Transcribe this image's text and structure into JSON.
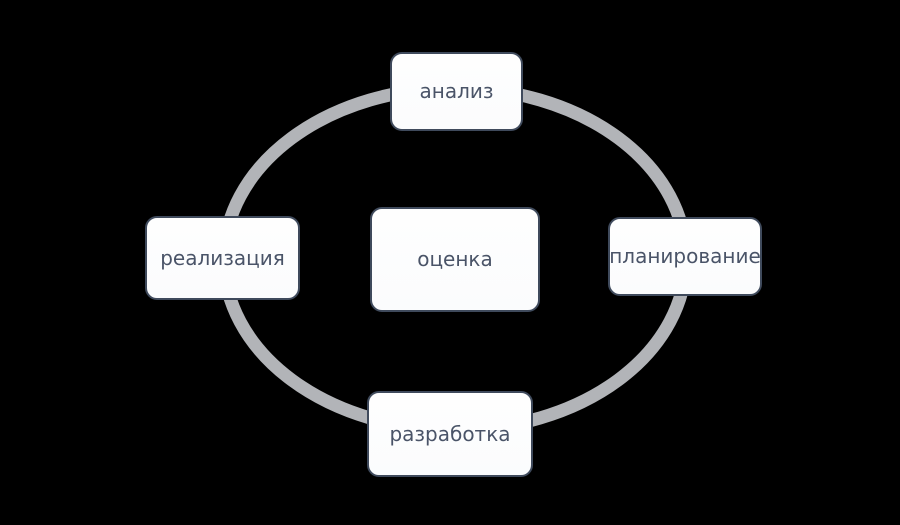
{
  "canvas": {
    "background_color": "#000000"
  },
  "diagram": {
    "type": "cycle",
    "ring_color": "#b2b4b8",
    "node_fill_color": "#fdfdfe",
    "node_border_color": "#3f4a5c",
    "node_text_color": "#4a5468",
    "center_node": {
      "id": "evaluation",
      "label": "оценка"
    },
    "cycle_nodes": [
      {
        "id": "analysis",
        "label": "анализ",
        "position": "top"
      },
      {
        "id": "planning",
        "label": "планирование",
        "position": "right"
      },
      {
        "id": "development",
        "label": "разработка",
        "position": "bottom"
      },
      {
        "id": "implementation",
        "label": "реализация",
        "position": "left"
      }
    ]
  }
}
